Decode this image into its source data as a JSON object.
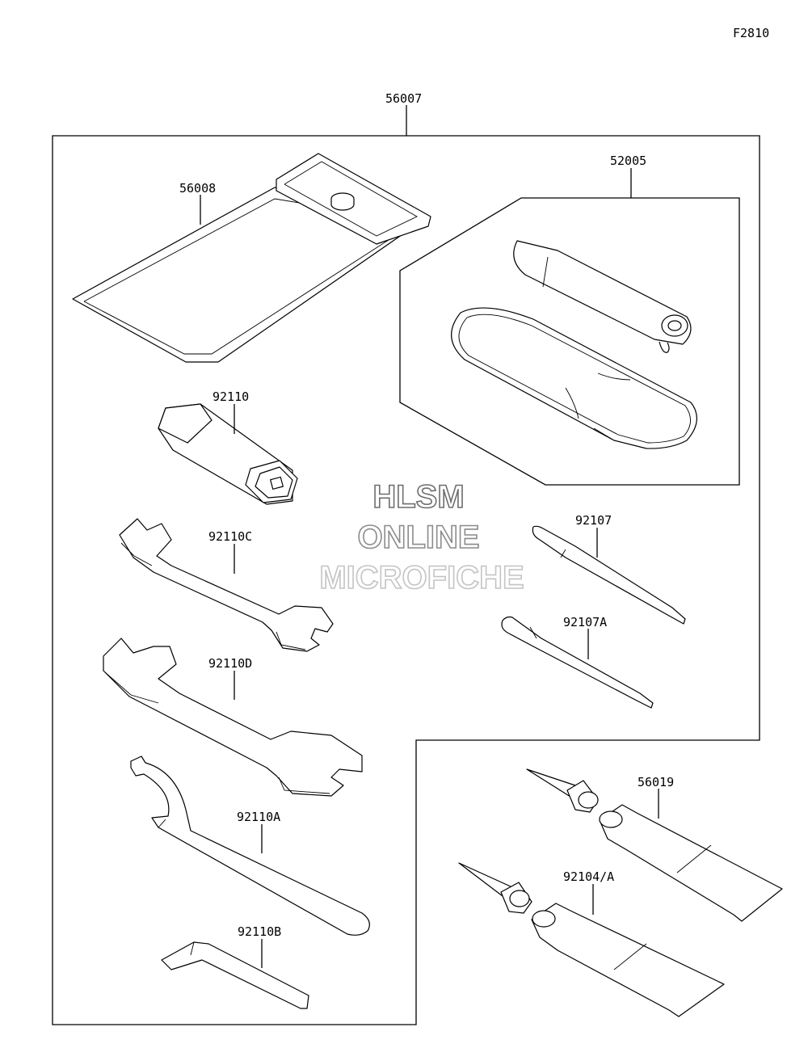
{
  "figure_code": "F2810",
  "labels": {
    "assembly": "56007",
    "pouch": "56008",
    "grease_kit": "52005",
    "plug_wrench": "92110",
    "wrench_c": "92110C",
    "wrench_d": "92110D",
    "hook_wrench": "92110A",
    "hex_key": "92110B",
    "screwdriver": "92107",
    "screwdriver_a": "92107A",
    "grease_tube": "56019",
    "grease_tube_a": "92104/A"
  },
  "watermark": {
    "line1": "HLSM",
    "line2": "ONLINE",
    "line3": "MICROFICHE",
    "color1": "#6e6e6e",
    "color2": "#8c8c8c",
    "color3": "#c4c4c4"
  }
}
